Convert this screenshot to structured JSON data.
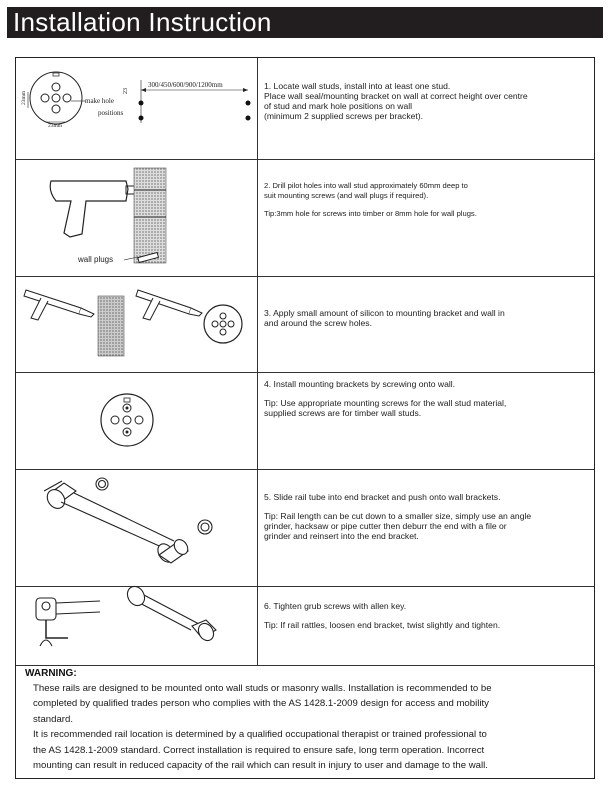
{
  "header": {
    "title": "Installation Instruction"
  },
  "steps": [
    {
      "lines": [
        "1. Locate wall studs, install into at least one stud.",
        "Place wall seal/mounting bracket on wall at correct height over centre",
        "of stud and mark hole positions on wall",
        "(minimum 2 supplied screws per bracket)."
      ],
      "diagram": {
        "dim_top": "300/450/600/900/1200mm",
        "dim_left": "23mm",
        "dim_bottom": "23mm",
        "dim_vert": "23",
        "make_hole": "make hole",
        "positions": "positions"
      }
    },
    {
      "lines": [
        "2. Drill pilot holes into wall stud approximately 60mm deep to",
        "suit mounting screws (and wall plugs if required)."
      ],
      "tip": "Tip:3mm hole for screws into timber or 8mm hole for wall plugs.",
      "diagram": {
        "wall_plugs": "wall plugs"
      }
    },
    {
      "lines": [
        "3. Apply small amount of silicon to mounting bracket and wall in",
        "and around the screw holes."
      ]
    },
    {
      "lines": [
        "4. Install mounting brackets by screwing onto wall."
      ],
      "tip_lines": [
        "Tip: Use appropriate mounting screws for the wall stud material,",
        "supplied screws are for timber wall studs."
      ]
    },
    {
      "lines": [
        "5. Slide rail tube into end bracket and push onto wall brackets."
      ],
      "tip_lines": [
        "Tip: Rail length can be cut down to a smaller size, simply use an angle",
        "grinder, hacksaw or pipe cutter then deburr the end with a file or",
        "grinder and reinsert into the end bracket."
      ]
    },
    {
      "lines": [
        "6. Tighten grub screws with allen key."
      ],
      "tip_lines": [
        "Tip: If rail rattles, loosen end bracket, twist slightly and tighten."
      ]
    }
  ],
  "warning": {
    "title": "WARNING:",
    "lines": [
      "These rails are designed to be mounted onto wall studs or masonry walls. Installation is recommended to be",
      "completed by qualified trades person who complies with the AS 1428.1-2009 design for access and mobility",
      "standard.",
      "It is recommended rail location is determined by a qualified occupational therapist or trained professional to",
      "the AS 1428.1-2009 standard. Correct installation is required to ensure safe, long term operation. Incorrect",
      "mounting can result in reduced capacity of the rail which can result in injury to user and damage to the wall."
    ]
  }
}
